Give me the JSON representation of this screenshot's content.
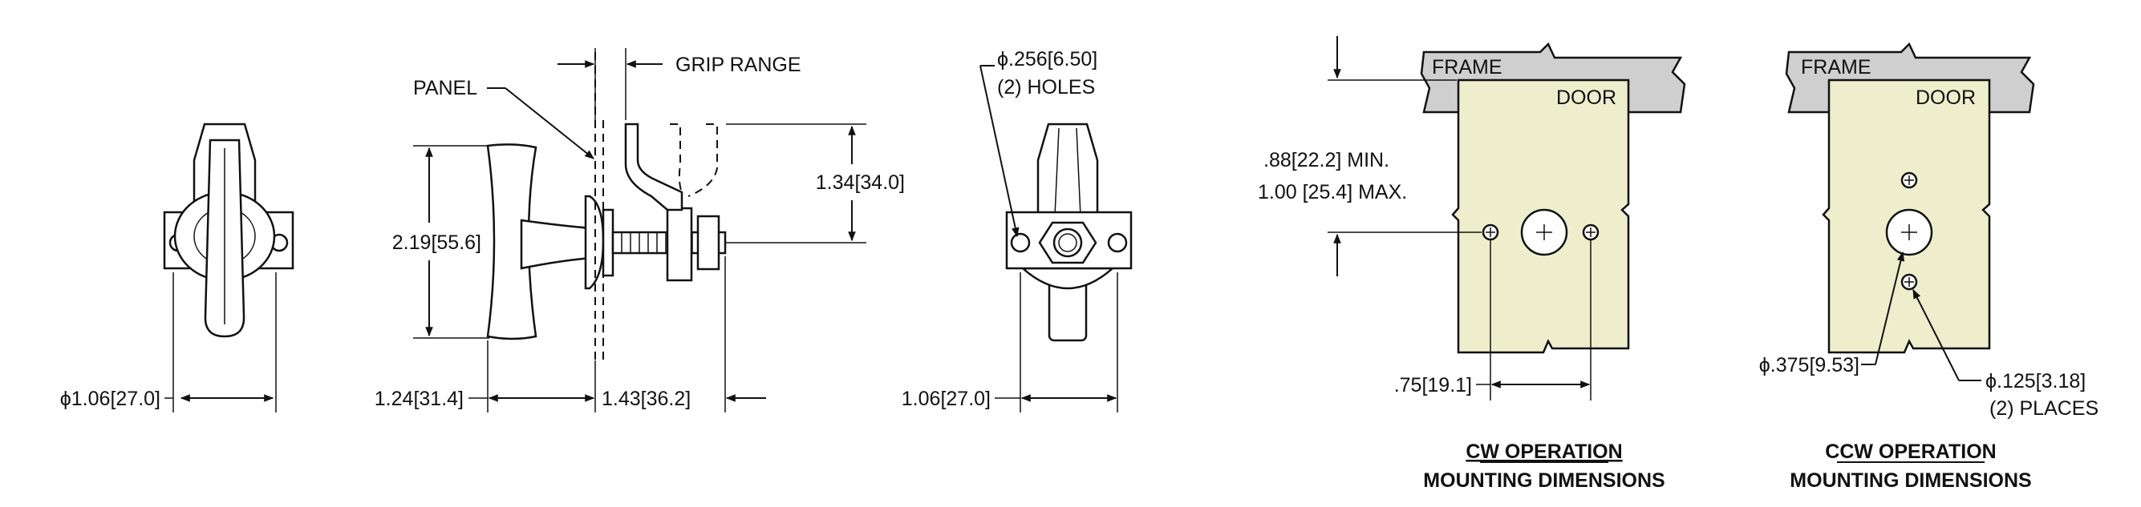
{
  "colors": {
    "door": "#eeeecc",
    "frame": "#cfcfcf",
    "line": "#111111",
    "background": "#ffffff"
  },
  "front_view": {
    "width_dim": "ϕ1.06[27.0]"
  },
  "side_view": {
    "panel_label": "PANEL",
    "grip_range_label": "GRIP RANGE",
    "height_dim": "2.19[55.6]",
    "cam_dim": "1.34[34.0]",
    "left_length_dim": "1.24[31.4]",
    "right_length_dim": "1.43[36.2]"
  },
  "rear_view": {
    "hole_dim": "ϕ.256[6.50]",
    "hole_note": "(2) HOLES",
    "width_dim": "1.06[27.0]"
  },
  "cw_mount": {
    "frame_label": "FRAME",
    "door_label": "DOOR",
    "offset_min": ".88[22.2] MIN.",
    "offset_max": "1.00 [25.4] MAX.",
    "spacing_dim": ".75[19.1]",
    "caption_line1": "CW OPERATION",
    "caption_line2": "MOUNTING DIMENSIONS"
  },
  "ccw_mount": {
    "frame_label": "FRAME",
    "door_label": "DOOR",
    "center_hole_dim": "ϕ.375[9.53]",
    "small_hole_dim": "ϕ.125[3.18]",
    "small_hole_note": "(2) PLACES",
    "caption_line1": "CCW OPERATION",
    "caption_line2": "MOUNTING DIMENSIONS"
  }
}
